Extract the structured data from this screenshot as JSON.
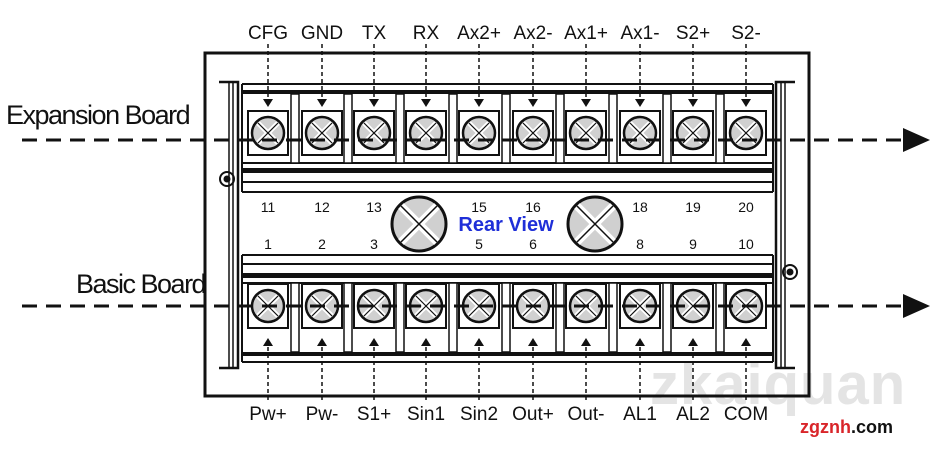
{
  "top_labels": [
    "CFG",
    "GND",
    "TX",
    "RX",
    "Ax2+",
    "Ax2-",
    "Ax1+",
    "Ax1-",
    "S2+",
    "S2-"
  ],
  "bottom_labels": [
    "Pw+",
    "Pw-",
    "S1+",
    "Sin1",
    "Sin2",
    "Out+",
    "Out-",
    "AL1",
    "AL2",
    "COM"
  ],
  "top_numbers": [
    "11",
    "12",
    "13",
    "",
    "15",
    "16",
    "",
    "18",
    "19",
    "20"
  ],
  "bottom_numbers": [
    "1",
    "2",
    "3",
    "",
    "5",
    "6",
    "",
    "8",
    "9",
    "10"
  ],
  "expansion_label": "Expansion Board",
  "basic_label": "Basic Board",
  "center_label": "Rear View",
  "watermark": {
    "main": "zkaiquan",
    "sub_prefix": "zgznh",
    "sub_suffix": ".com",
    "color_red": "#d9252a",
    "color_dark": "#111111"
  },
  "colors": {
    "line": "#111111",
    "screw_fill": "#d0d0d0",
    "rear_view": "#1f2fd8"
  }
}
